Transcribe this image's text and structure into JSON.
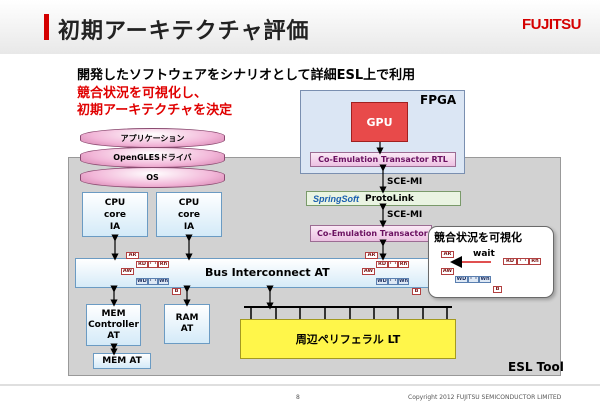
{
  "title": "初期アーキテクチャ評価",
  "logo": "FUJITSU",
  "heading": {
    "line1": "開発したソフトウェアをシナリオとして詳細ESL上で利用",
    "line2": "競合状況を可視化し、",
    "line3": "初期アーキテクチャを決定"
  },
  "colors": {
    "heading_black": "#000000",
    "heading_red": "#e00000",
    "gpu": "#e84a4a",
    "peripheral": "#fff64a",
    "esl_bg": "#d2d2d2",
    "fpga_bg": "#dbe6f4",
    "brand_red": "#d40000"
  },
  "fpga": {
    "label": "FPGA",
    "gpu": "GPU",
    "transactor_rtl": "Co-Emulation Transactor RTL"
  },
  "link": {
    "sce_mi_top": "SCE-MI",
    "springsoft": "SpringSoft",
    "protolink": "ProtoLink",
    "sce_mi_bottom": "SCE-MI",
    "transactor": "Co-Emulation Transactor"
  },
  "software_stack": {
    "app": "アプリケーション",
    "driver": "OpenGLESドライバ",
    "os": "OS"
  },
  "cpu_cores": [
    {
      "l1": "CPU",
      "l2": "core",
      "l3": "IA"
    },
    {
      "l1": "CPU",
      "l2": "core",
      "l3": "IA"
    }
  ],
  "bus": "Bus Interconnect AT",
  "mem_controller": {
    "l1": "MEM",
    "l2": "Controller",
    "l3": "AT"
  },
  "ram": {
    "l1": "RAM",
    "l2": "AT"
  },
  "mem_at": "MEM AT",
  "peripheral": "周辺ペリフェラル LT",
  "esl_tool": "ESL Tool",
  "tags": {
    "ar": "AR",
    "aw": "AW",
    "rd": "RD",
    "wd": "WD",
    "rn": "Rn",
    "wn": "Wn",
    "dots": "・・",
    "b": "B"
  },
  "callout": {
    "title": "競合状況を可視化",
    "wait": "wait"
  },
  "footer": {
    "page": "8",
    "copyright": "Copyright 2012 FUJITSU SEMICONDUCTOR LIMITED"
  }
}
